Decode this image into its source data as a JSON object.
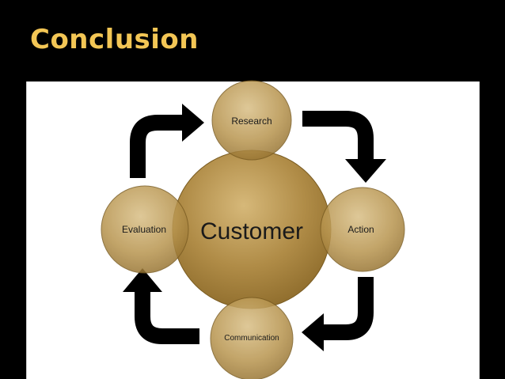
{
  "slide": {
    "title": "Conclusion"
  },
  "diagram": {
    "center": "Customer",
    "nodes": [
      "Research",
      "Action",
      "Communication",
      "Evaluation"
    ]
  },
  "colors": {
    "title": "#f3c655",
    "circle_light": "#d6b879",
    "circle_dark": "#8c6a2a",
    "arrow": "#000000"
  }
}
